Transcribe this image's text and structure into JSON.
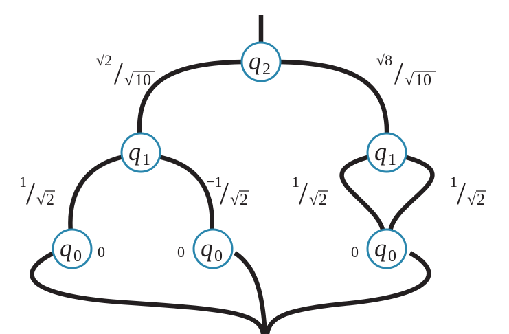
{
  "nodes": {
    "root": {
      "letter": "q",
      "sub": "2"
    },
    "left_mid": {
      "letter": "q",
      "sub": "1"
    },
    "right_mid": {
      "letter": "q",
      "sub": "1"
    },
    "leaf_a": {
      "letter": "q",
      "sub": "0",
      "terminal": "0"
    },
    "leaf_b": {
      "letter": "q",
      "sub": "0",
      "terminal": "0"
    },
    "leaf_c": {
      "letter": "q",
      "sub": "0",
      "terminal": "0"
    }
  },
  "edge_weights": {
    "root_left": {
      "numerator": "√2",
      "denominator": "10"
    },
    "root_right": {
      "numerator": "√8",
      "denominator": "10"
    },
    "left_a": {
      "numerator": "1",
      "denominator": "2"
    },
    "left_b": {
      "numerator": "−1",
      "denominator": "2"
    },
    "right_c_left": {
      "numerator": "1",
      "denominator": "2"
    },
    "right_c_right": {
      "numerator": "1",
      "denominator": "2"
    }
  },
  "colors": {
    "node_border": "#2a86ad",
    "edge": "#231f20",
    "text": "#231f20",
    "background": "#ffffff"
  }
}
